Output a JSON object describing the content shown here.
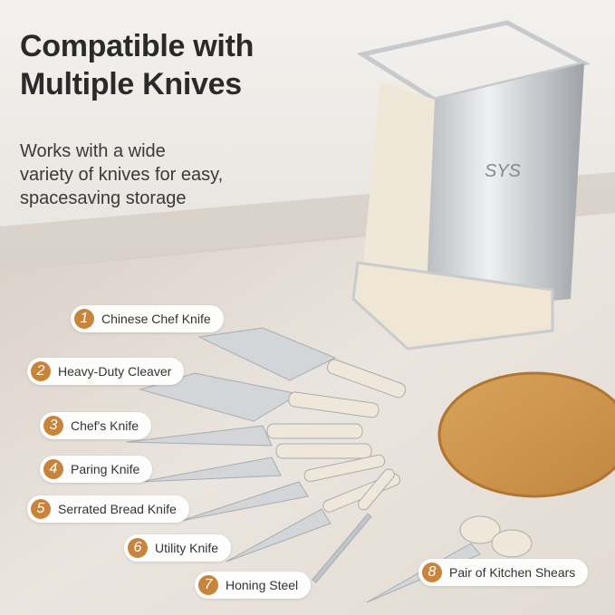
{
  "header": {
    "title_line1": "Compatible with",
    "title_line2": "Multiple Knives",
    "subtitle_line1": "Works with a wide",
    "subtitle_line2": "variety of knives for easy,",
    "subtitle_line3": "spacesaving storage"
  },
  "brand_logo": "SYS",
  "accent_color": "#c8843a",
  "items": [
    {
      "num": "1",
      "label": "Chinese Chef Knife"
    },
    {
      "num": "2",
      "label": "Heavy-Duty Cleaver"
    },
    {
      "num": "3",
      "label": "Chef's Knife"
    },
    {
      "num": "4",
      "label": "Paring Knife"
    },
    {
      "num": "5",
      "label": "Serrated Bread Knife"
    },
    {
      "num": "6",
      "label": "Utility Knife"
    },
    {
      "num": "7",
      "label": "Honing Steel"
    },
    {
      "num": "8",
      "label": "Pair of Kitchen Shears"
    }
  ]
}
